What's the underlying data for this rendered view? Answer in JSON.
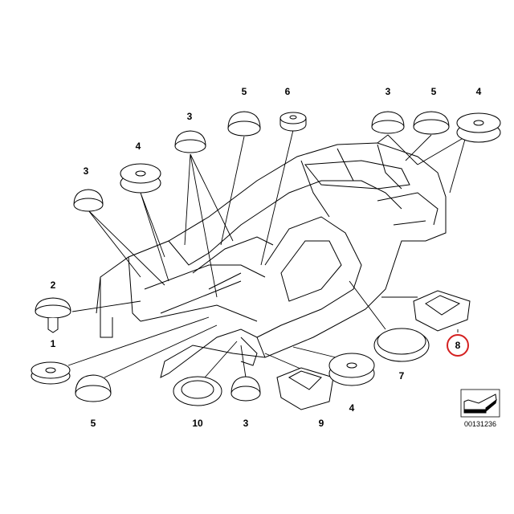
{
  "labels": [
    "3",
    "4",
    "3",
    "5",
    "6",
    "3",
    "5",
    "4",
    "2",
    "1",
    "5",
    "10",
    "3",
    "9",
    "4",
    "7",
    "8"
  ],
  "highlighted_label": "8",
  "highlight_color": "#d42020",
  "diagram_number": "00131236"
}
